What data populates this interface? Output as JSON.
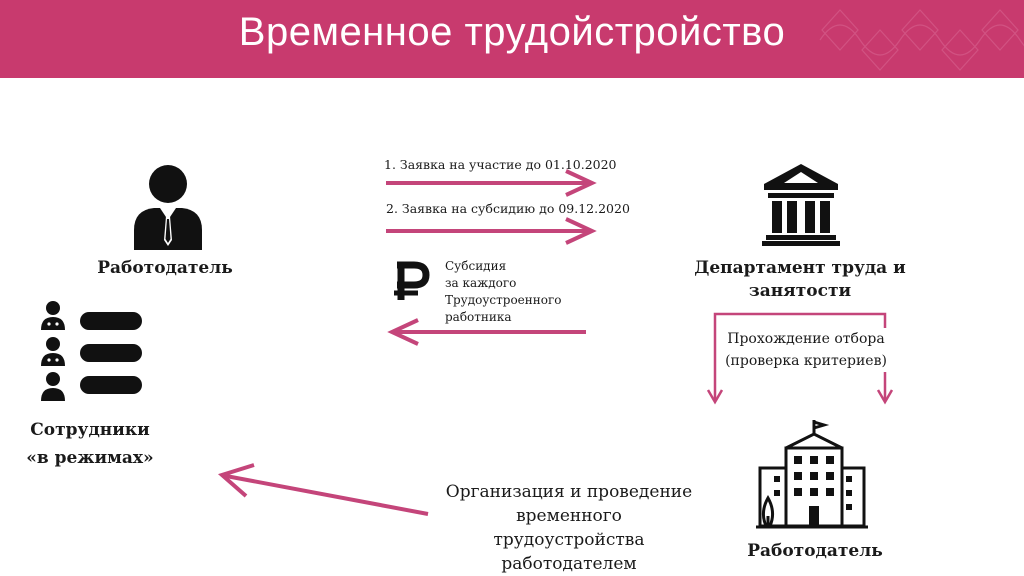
{
  "header": {
    "title": "Временное трудойстройство",
    "bg_color": "#c83a6e"
  },
  "nodes": {
    "employer_top": "Работодатель",
    "department_line1": "Департамент труда и",
    "department_line2": "занятости",
    "employees_line1": "Сотрудники",
    "employees_line2": "«в режимах»",
    "employer_bottom": "Работодатель"
  },
  "flows": {
    "request_participation": "1. Заявка на участие до 01.10.2020",
    "request_subsidy": "2. Заявка на субсидию до 09.12.2020",
    "subsidy_lines": [
      "Субсидия",
      "за каждого",
      "Трудоустроенного",
      "работника"
    ],
    "selection_line1": "Прохождение отбора",
    "selection_line2": "(проверка критериев)",
    "organization_lines": [
      "Организация и проведение",
      "временного",
      "трудоустройства",
      "работодателем"
    ]
  },
  "colors": {
    "accent": "#c83a6e",
    "arrow": "#c4457a",
    "icon": "#111111"
  },
  "icons": [
    "businessman-icon",
    "employees-list-icon",
    "ruble-icon",
    "government-building-icon",
    "office-building-icon"
  ]
}
